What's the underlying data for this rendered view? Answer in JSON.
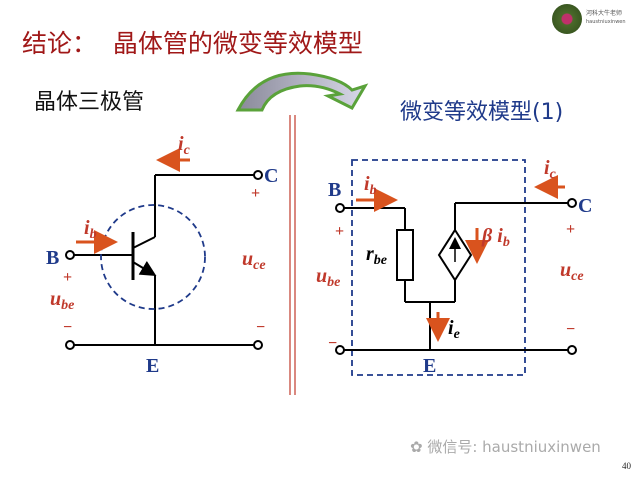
{
  "title": "结论：  晶体管的微变等效模型",
  "subtitle_left": "晶体三极管",
  "subtitle_right": "微变等效模型(1)",
  "logo": {
    "line1": "河科大牛老师",
    "line2": "haustniuxinwen"
  },
  "watermark": "微信号: haustniuxinwen",
  "page_number": "40",
  "left_circuit": {
    "ic": "i",
    "ic_sub": "c",
    "C": "C",
    "plus_c": "+",
    "ib": "i",
    "ib_sub": "b",
    "B": "B",
    "plus_b": "+",
    "ube": "u",
    "ube_sub": "be",
    "minus_b": "−",
    "uce": "u",
    "uce_sub": "ce",
    "minus_c": "−",
    "E": "E"
  },
  "right_circuit": {
    "B": "B",
    "ib": "i",
    "ib_sub": "b",
    "plus_b": "+",
    "rbe": "r",
    "rbe_sub": "be",
    "ube": "u",
    "ube_sub": "be",
    "minus_b": "−",
    "beta_ib": "β i",
    "beta_ib_sub": "b",
    "ic": "i",
    "ic_sub": "c",
    "C": "C",
    "plus_c": "+",
    "uce": "u",
    "uce_sub": "ce",
    "minus_c": "−",
    "ie": "i",
    "ie_sub": "e",
    "E": "E"
  },
  "colors": {
    "title": "#a01818",
    "blue": "#1f3a8a",
    "arrow": "#d9531e"
  }
}
